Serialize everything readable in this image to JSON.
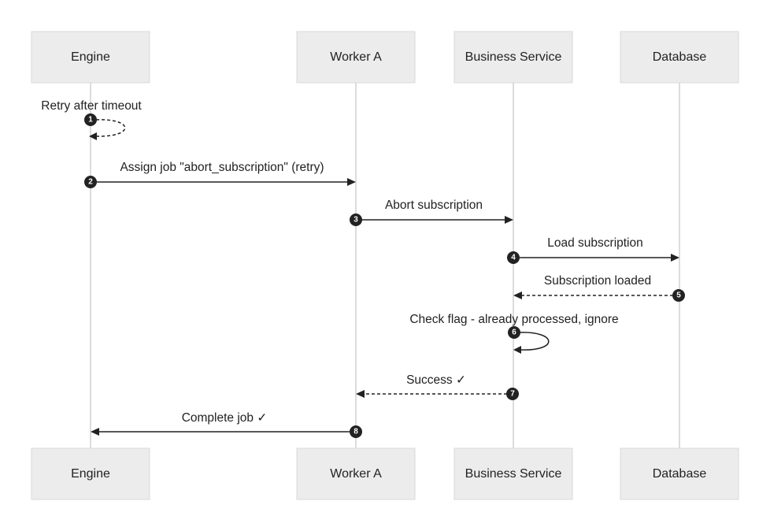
{
  "actors": [
    {
      "id": "engine",
      "label": "Engine"
    },
    {
      "id": "worker",
      "label": "Worker A"
    },
    {
      "id": "business",
      "label": "Business Service"
    },
    {
      "id": "database",
      "label": "Database"
    }
  ],
  "messages": [
    {
      "num": "1",
      "from": "engine",
      "to": "engine",
      "label": "Retry after timeout",
      "style": "dashed"
    },
    {
      "num": "2",
      "from": "engine",
      "to": "worker",
      "label": "Assign job \"abort_subscription\" (retry)",
      "style": "solid"
    },
    {
      "num": "3",
      "from": "worker",
      "to": "business",
      "label": "Abort subscription",
      "style": "solid"
    },
    {
      "num": "4",
      "from": "business",
      "to": "database",
      "label": "Load subscription",
      "style": "solid"
    },
    {
      "num": "5",
      "from": "database",
      "to": "business",
      "label": "Subscription loaded",
      "style": "dashed"
    },
    {
      "num": "6",
      "from": "business",
      "to": "business",
      "label": "Check flag - already processed, ignore",
      "style": "solid"
    },
    {
      "num": "7",
      "from": "business",
      "to": "worker",
      "label": "Success ✓",
      "style": "dashed"
    },
    {
      "num": "8",
      "from": "worker",
      "to": "engine",
      "label": "Complete job ✓",
      "style": "solid"
    }
  ]
}
